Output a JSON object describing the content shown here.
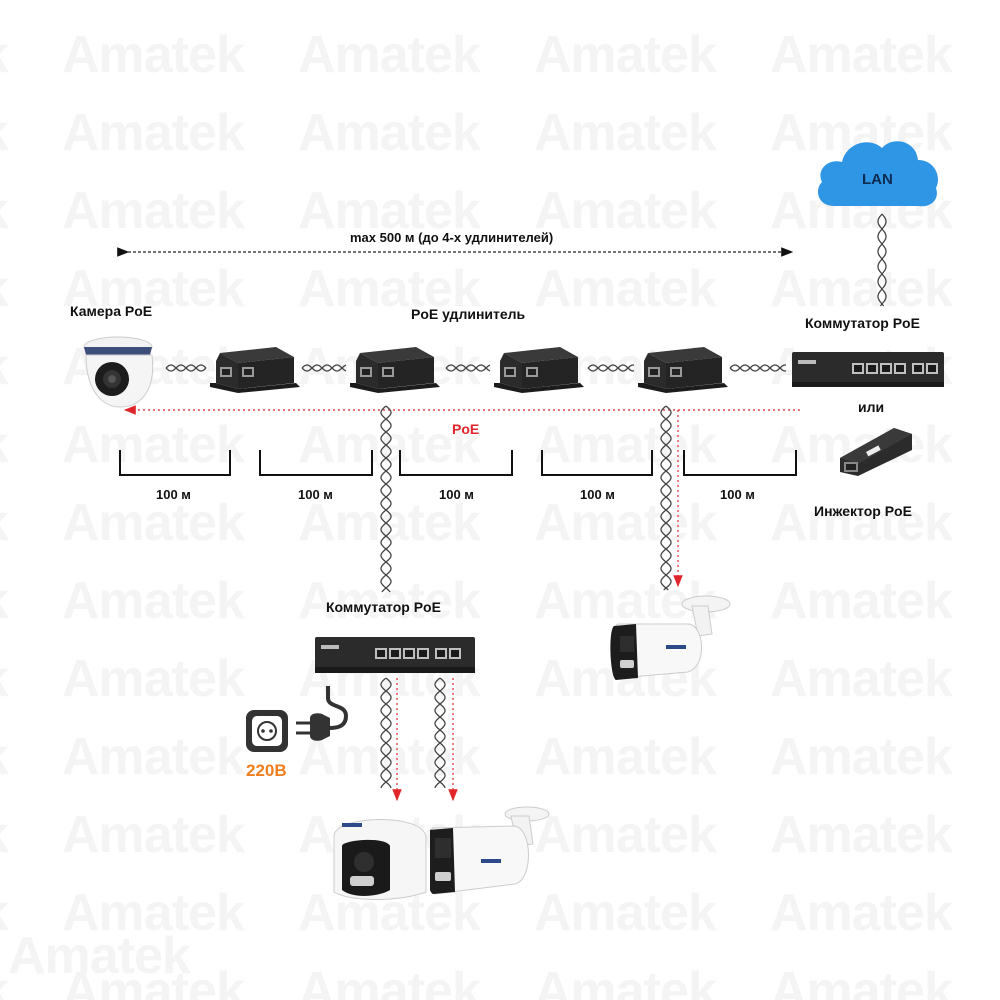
{
  "watermark": "Amatek",
  "colors": {
    "cloud": "#2f96e6",
    "cloud_text": "#0d2a50",
    "poe_red": "#e0262b",
    "voltage_orange": "#f07d1e",
    "device_dark": "#2b2b2b",
    "text": "#111111"
  },
  "labels": {
    "lan": "LAN",
    "range": "max 500 м (до 4-х удлинителей)",
    "camera_poe": "Камера PoE",
    "poe_extender": "PoE удлинитель",
    "switch_top": "Коммутатор PoE",
    "or": "или",
    "poe_flow": "PoE",
    "injector": "Инжектор PoE",
    "switch_bottom": "Коммутатор PoE",
    "voltage": "220В"
  },
  "segments": [
    "100 м",
    "100 м",
    "100 м",
    "100 м",
    "100 м"
  ],
  "device_brand": "Amatek",
  "icons": {
    "cloud": "cloud-icon",
    "socket": "power-socket-icon",
    "plug": "power-plug-icon"
  }
}
